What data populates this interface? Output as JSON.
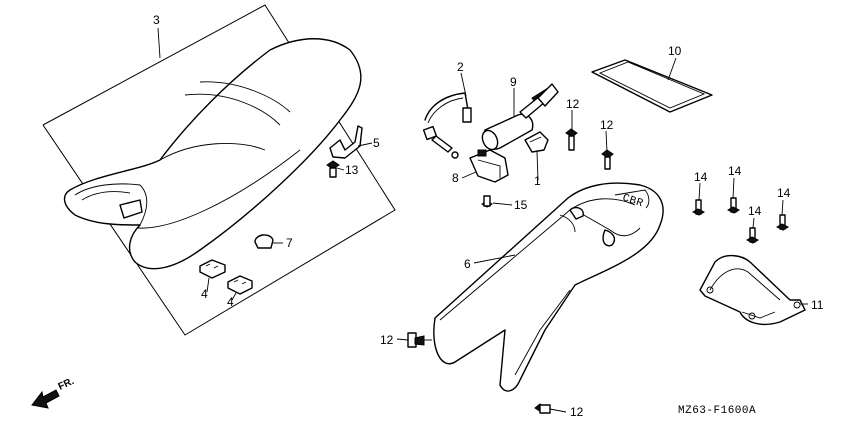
{
  "diagram": {
    "drawing_code": "MZ63-F1600A",
    "direction_label": "FR.",
    "callouts": {
      "seat": "3",
      "pillion_band_wire": "2",
      "ignition_key_set": "9",
      "caution_label": "10",
      "seat_band": "5",
      "bolt_13": "13",
      "seat_lock": "8",
      "key_cylinder_cover": "1",
      "bolt_15": "15",
      "bolt_12_top_a": "12",
      "bolt_12_top_b": "12",
      "bolt_12_mid": "12",
      "bolt_12_bottom": "12",
      "rear_cowl": "6",
      "grommet_7": "7",
      "cushion_4_a": "4",
      "cushion_4_b": "4",
      "bolt_14_a": "14",
      "bolt_14_b": "14",
      "bolt_14_c": "14",
      "bolt_14_d": "14",
      "grab_rail": "11"
    }
  }
}
